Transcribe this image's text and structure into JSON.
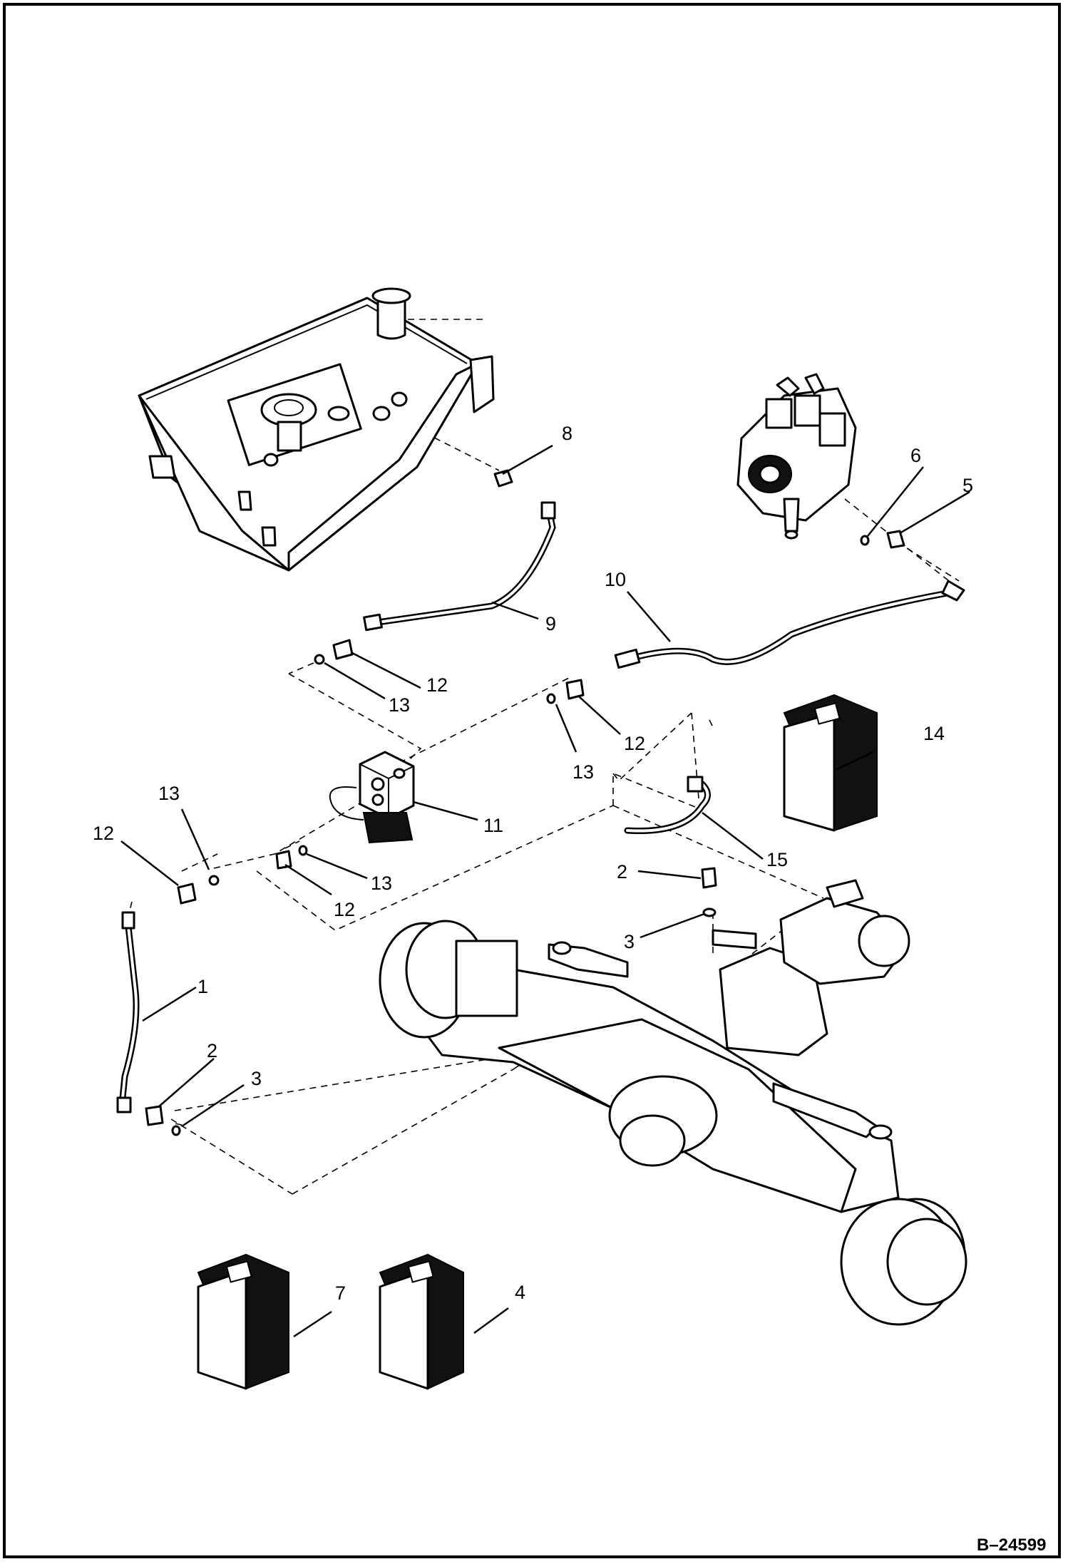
{
  "drawing": {
    "document_number": "B–24599"
  },
  "callouts": [
    {
      "id": "c1",
      "text": "1"
    },
    {
      "id": "c2a",
      "text": "2"
    },
    {
      "id": "c2b",
      "text": "2"
    },
    {
      "id": "c3a",
      "text": "3"
    },
    {
      "id": "c3b",
      "text": "3"
    },
    {
      "id": "c4",
      "text": "4"
    },
    {
      "id": "c5",
      "text": "5"
    },
    {
      "id": "c6",
      "text": "6"
    },
    {
      "id": "c7",
      "text": "7"
    },
    {
      "id": "c8",
      "text": "8"
    },
    {
      "id": "c9",
      "text": "9"
    },
    {
      "id": "c10",
      "text": "10"
    },
    {
      "id": "c11",
      "text": "11"
    },
    {
      "id": "c12a",
      "text": "12"
    },
    {
      "id": "c12b",
      "text": "12"
    },
    {
      "id": "c12c",
      "text": "12"
    },
    {
      "id": "c12d",
      "text": "12"
    },
    {
      "id": "c13a",
      "text": "13"
    },
    {
      "id": "c13b",
      "text": "13"
    },
    {
      "id": "c13c",
      "text": "13"
    },
    {
      "id": "c13d",
      "text": "13"
    },
    {
      "id": "c14",
      "text": "14"
    },
    {
      "id": "c15",
      "text": "15"
    }
  ]
}
